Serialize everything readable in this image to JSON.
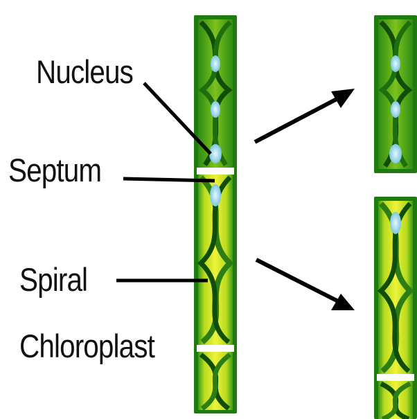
{
  "labels": {
    "nucleus": "Nucleus",
    "septum": "Septum",
    "spiral": "Spiral",
    "chloroplast": "Chloroplast"
  },
  "colors": {
    "cell_wall": "#1f7a10",
    "cytoplasm_light": "#e8ee2a",
    "cytoplasm_mid": "#b7db1e",
    "chloroplast_band": "#2c7d14",
    "chloroplast_dark": "#0f4d08",
    "nucleus": "#a8dff0",
    "septum": "#ffffff",
    "pointer": "#000000"
  },
  "icons": {
    "arrows": "right-arrow-icon"
  }
}
